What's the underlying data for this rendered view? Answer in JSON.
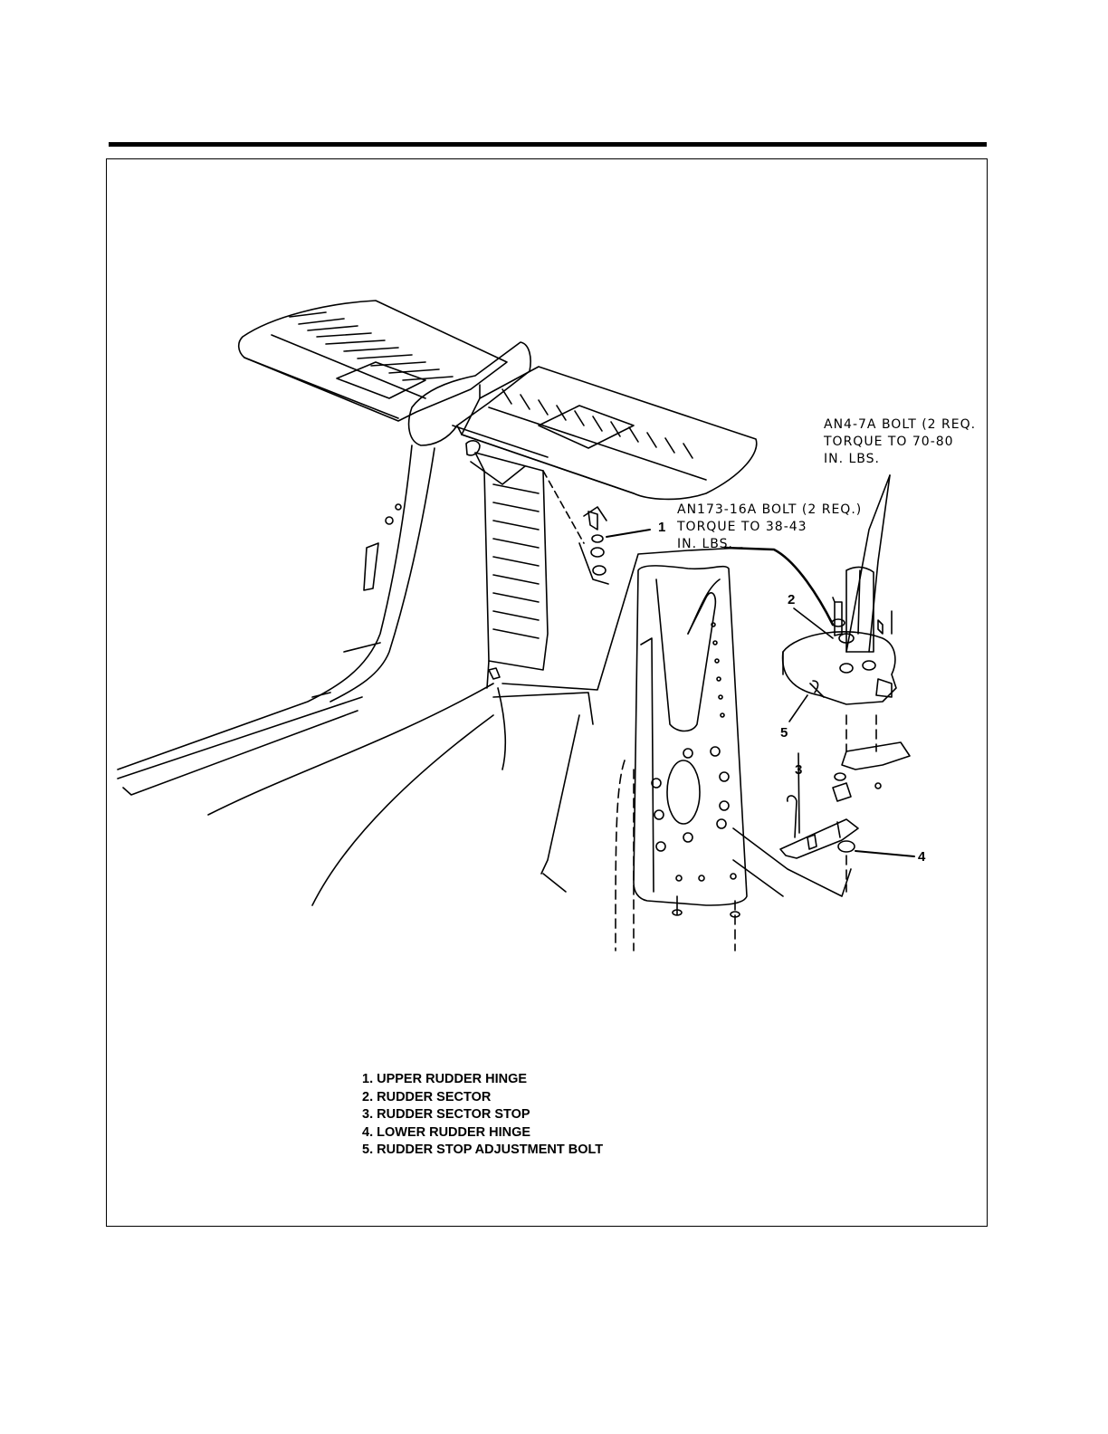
{
  "callouts": {
    "an4": {
      "line1": "AN4-7A BOLT (2 REQ.",
      "line2": "TORQUE TO 70-80",
      "line3": "IN. LBS."
    },
    "an173": {
      "line1": "AN173-16A BOLT (2 REQ.)",
      "line2": "TORQUE TO 38-43",
      "line3": "IN. LBS."
    }
  },
  "index_numbers": [
    "1",
    "2",
    "3",
    "4",
    "5"
  ],
  "legend": [
    "1. UPPER RUDDER HINGE",
    "2. RUDDER SECTOR",
    "3. RUDDER SECTOR STOP",
    "4. LOWER RUDDER HINGE",
    "5. RUDDER STOP ADJUSTMENT BOLT"
  ]
}
